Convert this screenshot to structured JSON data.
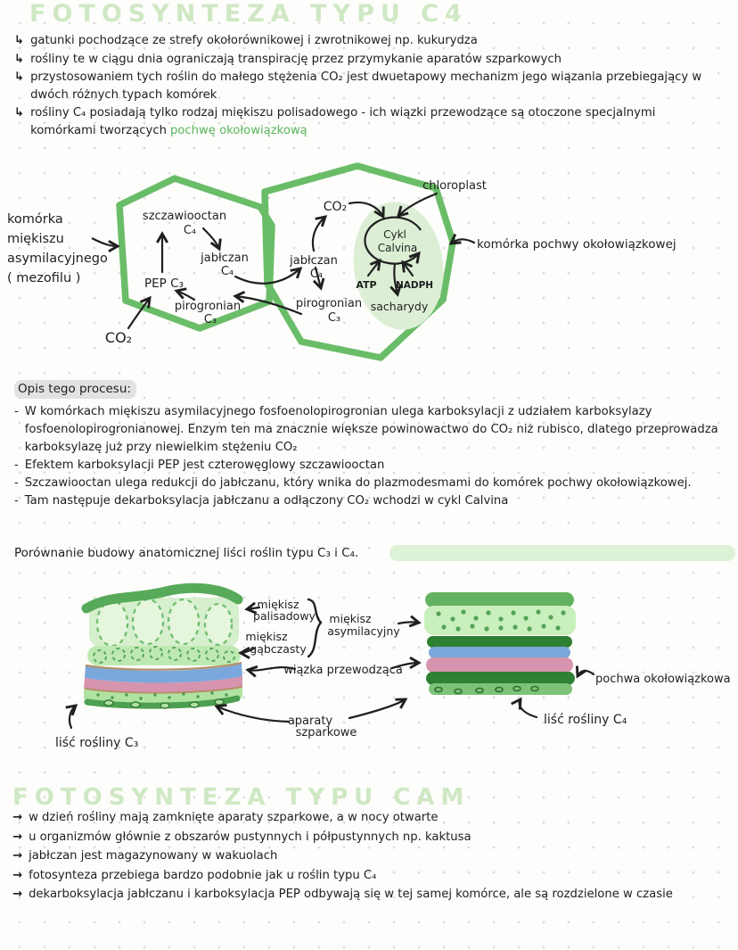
{
  "colors": {
    "ink": "#1f1f1f",
    "title_green": "#cfe8c4",
    "green_text": "#58b55c",
    "cell_border_green": "#6abd68",
    "chloroplast_fill": "#dcefd5",
    "leaf_light_green": "#d6efcc",
    "leaf_medium_green": "#63b262",
    "leaf_dark_green": "#2e8033",
    "xylem_blue": "#7aa8dc",
    "phloem_pink": "#d694ae",
    "heading_highlight_gray": "#e2e2e2",
    "highlight_bar_green": "#def2d8"
  },
  "c4_section": {
    "title": "FOTOSYNTEZA TYPU C4",
    "bullets": [
      {
        "marker": "↳",
        "text": "gatunki pochodzące ze strefy okołorównikowej i zwrotnikowej np. kukurydza"
      },
      {
        "marker": "↳",
        "text": "rośliny te w ciągu dnia ograniczają transpirację przez przymykanie aparatów szparkowych"
      },
      {
        "marker": "↳",
        "text": "przystosowaniem tych roślin do małego stężenia CO₂ jest dwuetapowy mechanizm jego wiązania przebiegający w dwóch różnych typach komórek"
      },
      {
        "marker": "↳",
        "text": "rośliny C₄ posiadają tylko rodzaj miękiszu polisadowego - ich wiązki przewodzące są otoczone specjalnymi komórkami tworzących",
        "green_text": "pochwę okołowiązkową"
      }
    ]
  },
  "cell_diagram": {
    "mesophyll_label_lines": [
      "komórka",
      "miękiszu",
      "asymilacyjnego",
      "( mezofilu )"
    ],
    "left_cell": {
      "oxaloacetate": "szczawiooctan",
      "oxaloacetate_sub": "C₄",
      "malate": "jabłczan",
      "malate_sub": "C₄",
      "pep": "PEP C₃",
      "pyruvate": "pirogronian",
      "pyruvate_sub": "C₃",
      "co2": "CO₂"
    },
    "right_cell": {
      "co2": "CO₂",
      "malate": "jabłczan",
      "malate_sub": "C₄",
      "pyruvate": "pirogronian",
      "pyruvate_sub": "C₃",
      "calvin_line1": "Cykl",
      "calvin_line2": "Calvina",
      "atp": "ATP",
      "nadph": "NADPH",
      "sugars": "sacharydy"
    },
    "chloroplast_label": "chloroplast",
    "bundle_sheath_cell_label": "komórka pochwy okołowiązkowej"
  },
  "opis": {
    "heading": "Opis tego procesu:",
    "items": [
      {
        "marker": "-",
        "text": "W komórkach miękiszu asymilacyjnego fosfoenolopirogronian ulega karboksylacji z udziałem karboksylazy fosfoenolopirogronianowej. Enzym ten ma znacznie większe powinowactwo do CO₂ niż rubisco, dlatego przeprowadza karboksylazę już przy niewielkim stężeniu CO₂"
      },
      {
        "marker": "-",
        "text": "Efektem karboksylacji PEP jest czterowęglowy szczawiooctan"
      },
      {
        "marker": "-",
        "text": "Szczawiooctan ulega redukcji do jabłczanu, który wnika do plazmodesmami do komórek pochwy okołowiązkowej."
      },
      {
        "marker": "-",
        "text": "Tam następuje dekarboksylacja jabłczanu a odłączony CO₂ wchodzi w cykl Calvina"
      }
    ]
  },
  "comparison": {
    "line": "Porównanie budowy anatomicznej liści roślin typu C₃ i C₄."
  },
  "leaf_diagram": {
    "palisade_lines": [
      "miękisz",
      "palisadowy"
    ],
    "spongy_lines": [
      "miękisz",
      "gąbczasty"
    ],
    "assimilation_lines": [
      "miękisz",
      "asymilacyjny"
    ],
    "vascular_label": "wiązka przewodząca",
    "stomata_lines": [
      "aparaty",
      "szparkowe"
    ],
    "bundle_sheath_label": "pochwa okołowiązkowa",
    "c3_leaf_label": "liść rośliny C₃",
    "c4_leaf_label": "liść rośliny C₄"
  },
  "cam_section": {
    "title": "FOTOSYNTEZA TYPU CAM",
    "bullets": [
      {
        "marker": "→",
        "text": "w dzień rośliny mają zamknięte aparaty szparkowe, a w nocy otwarte"
      },
      {
        "marker": "→",
        "text": "u organizmów głównie z obszarów pustynnych i półpustynnych np. kaktusa"
      },
      {
        "marker": "→",
        "text": "jabłczan jest magazynowany w wakuolach"
      },
      {
        "marker": "→",
        "text": "fotosynteza przebiega bardzo podobnie jak u roślin typu C₄"
      },
      {
        "marker": "→",
        "text": "dekarboksylacja jabłczanu i karboksylacja PEP odbywają się w tej samej komórce, ale są rozdzielone w czasie"
      }
    ]
  }
}
